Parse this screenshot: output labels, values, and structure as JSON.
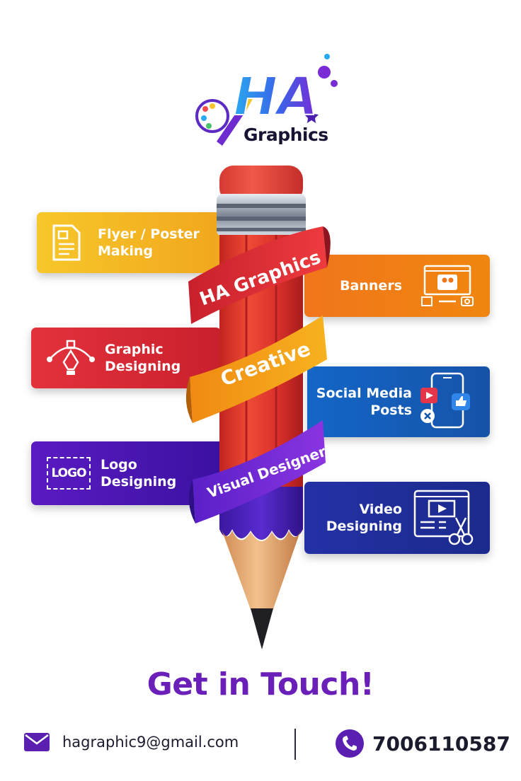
{
  "logo": {
    "initials": "HA",
    "wordmark": "Graphics"
  },
  "services": {
    "flyer": "Flyer / Poster\nMaking",
    "graphic": "Graphic\nDesigning",
    "logo": "Logo\nDesigning",
    "logo_icon_text": "LOGO",
    "banners": "Banners",
    "social": "Social Media\nPosts",
    "video": "Video\nDesigning"
  },
  "ribbons": {
    "top": "HA Graphics",
    "middle": "Creative",
    "bottom": "Visual Designer"
  },
  "contact": {
    "heading": "Get in Touch!",
    "email": "hagraphic9@gmail.com",
    "phone": "7006110587"
  },
  "colors": {
    "heading": "#6a1fb8",
    "flyer_card": "#f6c72a",
    "graphic_card": "#e3323c",
    "logo_card": "#5a1bc2",
    "banners_card": "#f1761b",
    "social_card": "#1466c8",
    "video_card": "#2431a6",
    "pencil_body": "#e0352b",
    "pencil_eraser": "#e8473d",
    "pencil_bottom": "#4a1fb0"
  }
}
